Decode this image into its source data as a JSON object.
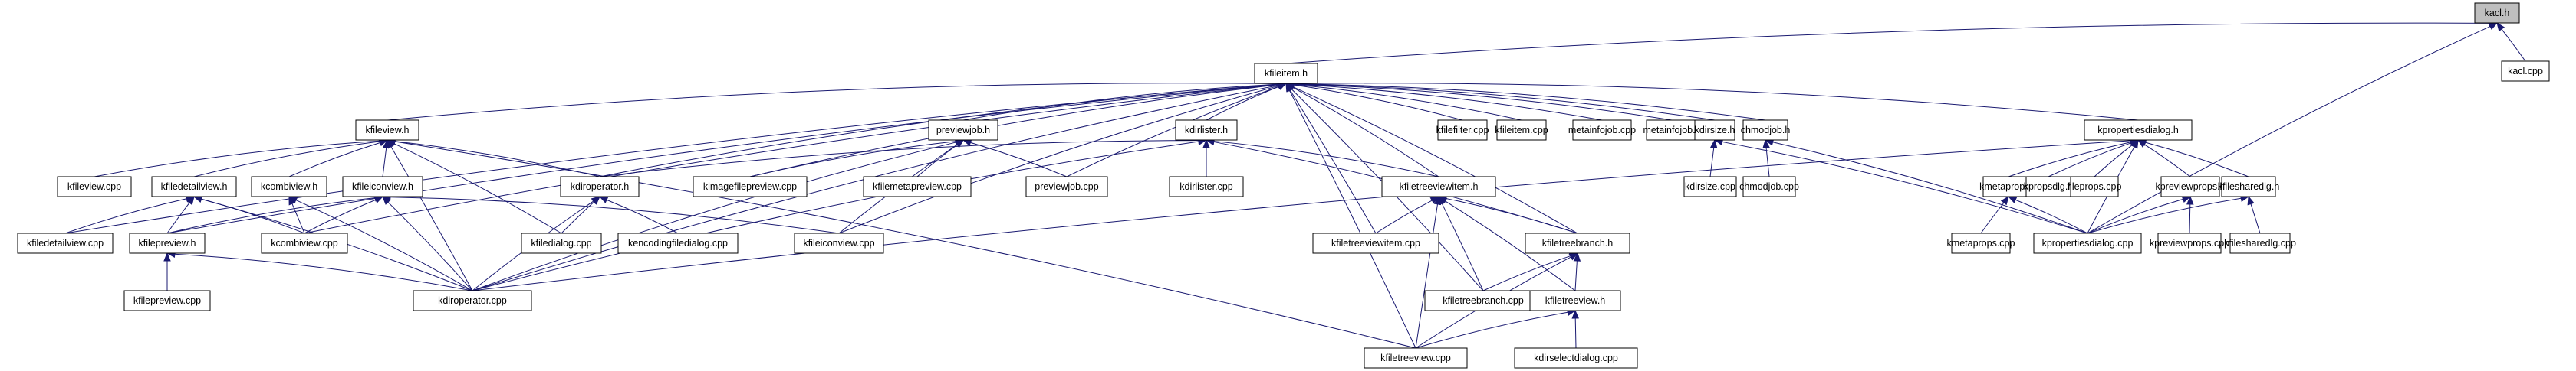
{
  "title": "kacl.h include dependency graph",
  "colors": {
    "edge": "#191970",
    "root_fill": "#bfbfbf",
    "node_fill": "#ffffff",
    "node_border": "#000000"
  },
  "nodes": [
    {
      "id": "kacl_h",
      "label": "kacl.h",
      "root": true
    },
    {
      "id": "kacl_cpp",
      "label": "kacl.cpp"
    },
    {
      "id": "kfileitem_h",
      "label": "kfileitem.h"
    },
    {
      "id": "kfileview_h",
      "label": "kfileview.h"
    },
    {
      "id": "previewjob_h",
      "label": "previewjob.h"
    },
    {
      "id": "kdirlister_h",
      "label": "kdirlister.h"
    },
    {
      "id": "kfilefilter_cpp",
      "label": "kfilefilter.cpp"
    },
    {
      "id": "kfileitem_cpp",
      "label": "kfileitem.cpp"
    },
    {
      "id": "metainfojob_cpp",
      "label": "metainfojob.cpp"
    },
    {
      "id": "metainfojob_h",
      "label": "metainfojob.h"
    },
    {
      "id": "kdirsize_h",
      "label": "kdirsize.h"
    },
    {
      "id": "chmodjob_h",
      "label": "chmodjob.h"
    },
    {
      "id": "kpropertiesdialog_h",
      "label": "kpropertiesdialog.h"
    },
    {
      "id": "kfileview_cpp",
      "label": "kfileview.cpp"
    },
    {
      "id": "kfiledetailview_h",
      "label": "kfiledetailview.h"
    },
    {
      "id": "kcombiview_h",
      "label": "kcombiview.h"
    },
    {
      "id": "kfileiconview_h",
      "label": "kfileiconview.h"
    },
    {
      "id": "kdiroperator_h",
      "label": "kdiroperator.h"
    },
    {
      "id": "kimagefilepreview_cpp",
      "label": "kimagefilepreview.cpp"
    },
    {
      "id": "kfilemetapreview_cpp",
      "label": "kfilemetapreview.cpp"
    },
    {
      "id": "previewjob_cpp",
      "label": "previewjob.cpp"
    },
    {
      "id": "kdirlister_cpp",
      "label": "kdirlister.cpp"
    },
    {
      "id": "kfiletreeviewitem_h",
      "label": "kfiletreeviewitem.h"
    },
    {
      "id": "kdirsize_cpp",
      "label": "kdirsize.cpp"
    },
    {
      "id": "chmodjob_cpp",
      "label": "chmodjob.cpp"
    },
    {
      "id": "kmetaprops_h",
      "label": "kmetaprops.h"
    },
    {
      "id": "kpropsdlg_h",
      "label": "kpropsdlg.h"
    },
    {
      "id": "fileprops_cpp",
      "label": "fileprops.cpp"
    },
    {
      "id": "kpreviewprops_h",
      "label": "kpreviewprops.h"
    },
    {
      "id": "kfilesharedlg_h",
      "label": "kfilesharedlg.h"
    },
    {
      "id": "kfiledetailview_cpp",
      "label": "kfiledetailview.cpp"
    },
    {
      "id": "kfilepreview_h",
      "label": "kfilepreview.h"
    },
    {
      "id": "kcombiview_cpp",
      "label": "kcombiview.cpp"
    },
    {
      "id": "kfiledialog_cpp",
      "label": "kfiledialog.cpp"
    },
    {
      "id": "kencodingfiledialog_cpp",
      "label": "kencodingfiledialog.cpp"
    },
    {
      "id": "kfileiconview_cpp",
      "label": "kfileiconview.cpp"
    },
    {
      "id": "kfiletreeviewitem_cpp",
      "label": "kfiletreeviewitem.cpp"
    },
    {
      "id": "kfiletreebranch_h",
      "label": "kfiletreebranch.h"
    },
    {
      "id": "kpropertiesdialog_cpp",
      "label": "kpropertiesdialog.cpp"
    },
    {
      "id": "kpreviewprops_cpp",
      "label": "kpreviewprops.cpp"
    },
    {
      "id": "kfilesharedlg_cpp",
      "label": "kfilesharedlg.cpp"
    },
    {
      "id": "kmetaprops_cpp",
      "label": "kmetaprops.cpp"
    },
    {
      "id": "kfilepreview_cpp",
      "label": "kfilepreview.cpp"
    },
    {
      "id": "kdiroperator_cpp",
      "label": "kdiroperator.cpp"
    },
    {
      "id": "kfiletreebranch_cpp",
      "label": "kfiletreebranch.cpp"
    },
    {
      "id": "kfiletreeview_h",
      "label": "kfiletreeview.h"
    },
    {
      "id": "kfiletreeview_cpp",
      "label": "kfiletreeview.cpp"
    },
    {
      "id": "kdirselectdialog_cpp",
      "label": "kdirselectdialog.cpp"
    }
  ],
  "edges": [
    [
      "kacl_cpp",
      "kacl_h"
    ],
    [
      "kfileitem_h",
      "kacl_h"
    ],
    [
      "kpropertiesdialog_cpp",
      "kacl_h"
    ],
    [
      "kfileview_h",
      "kfileitem_h"
    ],
    [
      "previewjob_h",
      "kfileitem_h"
    ],
    [
      "kdirlister_h",
      "kfileitem_h"
    ],
    [
      "kfilefilter_cpp",
      "kfileitem_h"
    ],
    [
      "kfileitem_cpp",
      "kfileitem_h"
    ],
    [
      "metainfojob_cpp",
      "kfileitem_h"
    ],
    [
      "metainfojob_h",
      "kfileitem_h"
    ],
    [
      "kdirsize_h",
      "kfileitem_h"
    ],
    [
      "chmodjob_h",
      "kfileitem_h"
    ],
    [
      "kpropertiesdialog_h",
      "kfileitem_h"
    ],
    [
      "kdiroperator_h",
      "kfileitem_h"
    ],
    [
      "kimagefilepreview_cpp",
      "kfileitem_h"
    ],
    [
      "previewjob_cpp",
      "kfileitem_h"
    ],
    [
      "kfiletreeviewitem_h",
      "kfileitem_h"
    ],
    [
      "kfiletreeviewitem_cpp",
      "kfileitem_h"
    ],
    [
      "kfiletreebranch_h",
      "kfileitem_h"
    ],
    [
      "kfiletreebranch_cpp",
      "kfileitem_h"
    ],
    [
      "kfiletreeview_cpp",
      "kfileitem_h"
    ],
    [
      "kfiledetailview_cpp",
      "kfileitem_h"
    ],
    [
      "kfilepreview_h",
      "kfileitem_h"
    ],
    [
      "kcombiview_cpp",
      "kfileitem_h"
    ],
    [
      "kdiroperator_cpp",
      "kfileitem_h"
    ],
    [
      "kfileiconview_cpp",
      "kfileitem_h"
    ],
    [
      "kfileview_cpp",
      "kfileview_h"
    ],
    [
      "kfiledetailview_h",
      "kfileview_h"
    ],
    [
      "kcombiview_h",
      "kfileview_h"
    ],
    [
      "kfileiconview_h",
      "kfileview_h"
    ],
    [
      "kdiroperator_h",
      "kfileview_h"
    ],
    [
      "kfiledialog_cpp",
      "kfileview_h"
    ],
    [
      "kdiroperator_cpp",
      "kfileview_h"
    ],
    [
      "kfiletreeview_cpp",
      "kfileview_h"
    ],
    [
      "kfiledetailview_cpp",
      "kfiledetailview_h"
    ],
    [
      "kfilepreview_h",
      "kfiledetailview_h"
    ],
    [
      "kcombiview_cpp",
      "kfiledetailview_h"
    ],
    [
      "kdiroperator_cpp",
      "kfiledetailview_h"
    ],
    [
      "kcombiview_cpp",
      "kcombiview_h"
    ],
    [
      "kdiroperator_cpp",
      "kcombiview_h"
    ],
    [
      "kfilepreview_h",
      "kfileiconview_h"
    ],
    [
      "kcombiview_cpp",
      "kfileiconview_h"
    ],
    [
      "kdiroperator_cpp",
      "kfileiconview_h"
    ],
    [
      "kfileiconview_cpp",
      "kfileiconview_h"
    ],
    [
      "kfiledialog_cpp",
      "kdiroperator_h"
    ],
    [
      "kencodingfiledialog_cpp",
      "kdiroperator_h"
    ],
    [
      "kdiroperator_cpp",
      "kdiroperator_h"
    ],
    [
      "kfilepreview_cpp",
      "kfilepreview_h"
    ],
    [
      "kdiroperator_cpp",
      "kfilepreview_h"
    ],
    [
      "kimagefilepreview_cpp",
      "previewjob_h"
    ],
    [
      "kfilemetapreview_cpp",
      "previewjob_h"
    ],
    [
      "previewjob_cpp",
      "previewjob_h"
    ],
    [
      "kfileiconview_cpp",
      "previewjob_h"
    ],
    [
      "kdiroperator_cpp",
      "previewjob_h"
    ],
    [
      "kdirlister_cpp",
      "kdirlister_h"
    ],
    [
      "kdiroperator_h",
      "kdirlister_h"
    ],
    [
      "kfiletreeviewitem_h",
      "kdirlister_h"
    ],
    [
      "kfiletreebranch_h",
      "kdirlister_h"
    ],
    [
      "kdiroperator_cpp",
      "kdirlister_h"
    ],
    [
      "kfiletreeviewitem_cpp",
      "kfiletreeviewitem_h"
    ],
    [
      "kfiletreebranch_h",
      "kfiletreeviewitem_h"
    ],
    [
      "kfiletreebranch_cpp",
      "kfiletreeviewitem_h"
    ],
    [
      "kfiletreeview_h",
      "kfiletreeviewitem_h"
    ],
    [
      "kfiletreeview_cpp",
      "kfiletreeviewitem_h"
    ],
    [
      "kfiletreebranch_cpp",
      "kfiletreebranch_h"
    ],
    [
      "kfiletreeview_h",
      "kfiletreebranch_h"
    ],
    [
      "kfiletreeview_cpp",
      "kfiletreebranch_h"
    ],
    [
      "kfiletreeview_cpp",
      "kfiletreeview_h"
    ],
    [
      "kdirselectdialog_cpp",
      "kfiletreeview_h"
    ],
    [
      "kdirsize_cpp",
      "kdirsize_h"
    ],
    [
      "kpropertiesdialog_cpp",
      "kdirsize_h"
    ],
    [
      "chmodjob_cpp",
      "chmodjob_h"
    ],
    [
      "kpropertiesdialog_cpp",
      "chmodjob_h"
    ],
    [
      "kmetaprops_h",
      "kpropertiesdialog_h"
    ],
    [
      "kpropsdlg_h",
      "kpropertiesdialog_h"
    ],
    [
      "fileprops_cpp",
      "kpropertiesdialog_h"
    ],
    [
      "kpreviewprops_h",
      "kpropertiesdialog_h"
    ],
    [
      "kfilesharedlg_h",
      "kpropertiesdialog_h"
    ],
    [
      "kpropertiesdialog_cpp",
      "kpropertiesdialog_h"
    ],
    [
      "kdiroperator_cpp",
      "kpropertiesdialog_h"
    ],
    [
      "kmetaprops_cpp",
      "kmetaprops_h"
    ],
    [
      "kpropertiesdialog_cpp",
      "kmetaprops_h"
    ],
    [
      "kpreviewprops_cpp",
      "kpreviewprops_h"
    ],
    [
      "kpropertiesdialog_cpp",
      "kpreviewprops_h"
    ],
    [
      "kfilesharedlg_cpp",
      "kfilesharedlg_h"
    ],
    [
      "kpropertiesdialog_cpp",
      "kfilesharedlg_h"
    ]
  ]
}
